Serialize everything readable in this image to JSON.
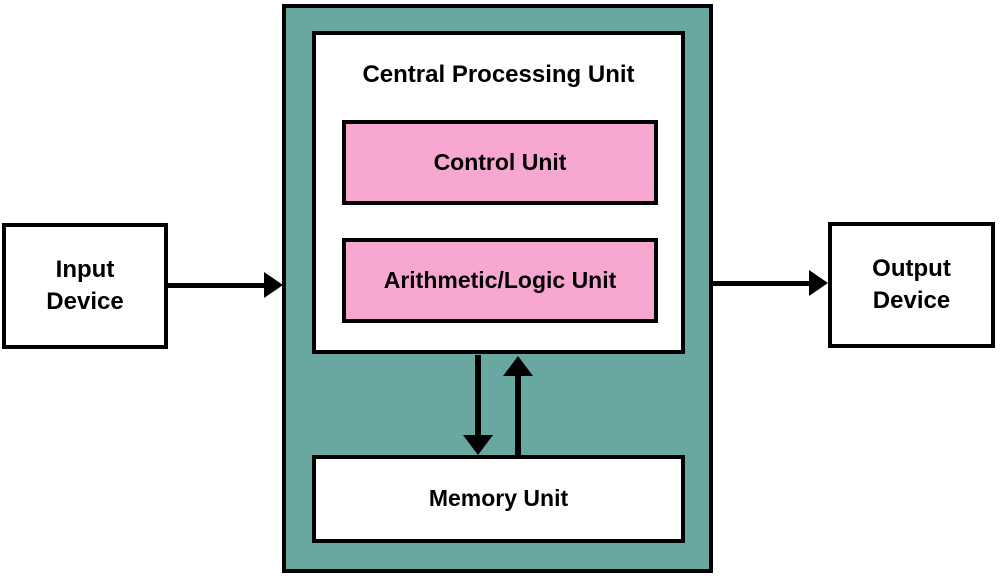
{
  "colors": {
    "background": "#FFFFFF",
    "cpu_container_fill": "#68A8A0",
    "unit_fill": "#F8A8D0",
    "box_fill": "#FFFFFF",
    "border": "#000000"
  },
  "nodes": {
    "input_device": {
      "label": "Input\nDevice"
    },
    "cpu": {
      "title": "Central Processing Unit"
    },
    "control_unit": {
      "label": "Control Unit"
    },
    "alu": {
      "label": "Arithmetic/Logic Unit"
    },
    "memory_unit": {
      "label": "Memory Unit"
    },
    "output_device": {
      "label": "Output\nDevice"
    }
  },
  "connections": [
    {
      "from": "input_device",
      "to": "cpu",
      "direction": "right"
    },
    {
      "from": "cpu",
      "to": "output_device",
      "direction": "right"
    },
    {
      "from": "cpu",
      "to": "memory_unit",
      "direction": "down"
    },
    {
      "from": "memory_unit",
      "to": "cpu",
      "direction": "up"
    }
  ]
}
